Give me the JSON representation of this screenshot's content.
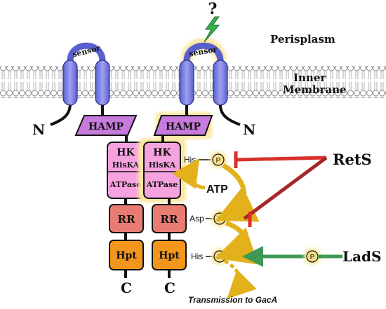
{
  "regions": {
    "periplasm": "Perisplasm",
    "membrane_line1": "Inner",
    "membrane_line2": "Membrane"
  },
  "left_protein": {
    "sensor": "sensor",
    "n_terminus": "N",
    "hamp": "HAMP",
    "hk": "HK",
    "hiska": "HisKA",
    "atpase": "ATPase",
    "rr": "RR",
    "hpt": "Hpt",
    "c_terminus": "C"
  },
  "right_protein": {
    "signal_mark": "?",
    "sensor": "sensor",
    "n_terminus": "N",
    "hamp": "HAMP",
    "hk": "HK",
    "hiska": "HisKA",
    "atpase": "ATPase",
    "rr": "RR",
    "hpt": "Hpt",
    "c_terminus": "C"
  },
  "residues": {
    "his1": "His",
    "asp": "Asp",
    "his2": "His",
    "phospho": "P"
  },
  "labels": {
    "atp": "ATP",
    "rets": "RetS",
    "lads": "LadS",
    "transmission": "Transmission to GacA"
  },
  "colors": {
    "membrane_head": "#ffffff",
    "membrane_outline": "#8a8a8a",
    "helix": "#7b7fe6",
    "hamp": "#c77bdc",
    "hk": "#f6a2df",
    "rr": "#e97c72",
    "hpt": "#f3961c",
    "phospho": "#f7e08a",
    "glow": "#fbe7a0",
    "flow_arrow": "#e2b11b",
    "rets_line": "#d8302b",
    "lads_line": "#3c9a55",
    "lightning": "#35b34a"
  }
}
